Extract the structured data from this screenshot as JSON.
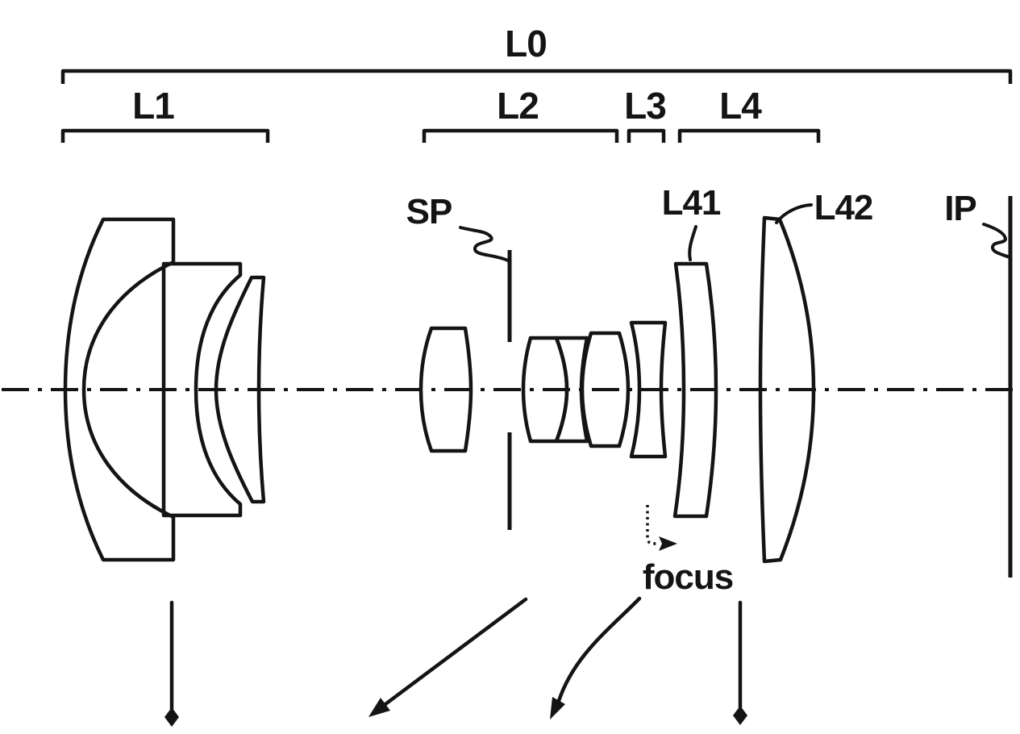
{
  "figure": {
    "colors": {
      "ink": "#141414",
      "background": "#ffffff"
    },
    "labels": {
      "l0": "L0",
      "l1": "L1",
      "l2": "L2",
      "l3": "L3",
      "l4": "L4",
      "sp": "SP",
      "l41": "L41",
      "l42": "L42",
      "ip": "IP",
      "focus": "focus"
    }
  }
}
